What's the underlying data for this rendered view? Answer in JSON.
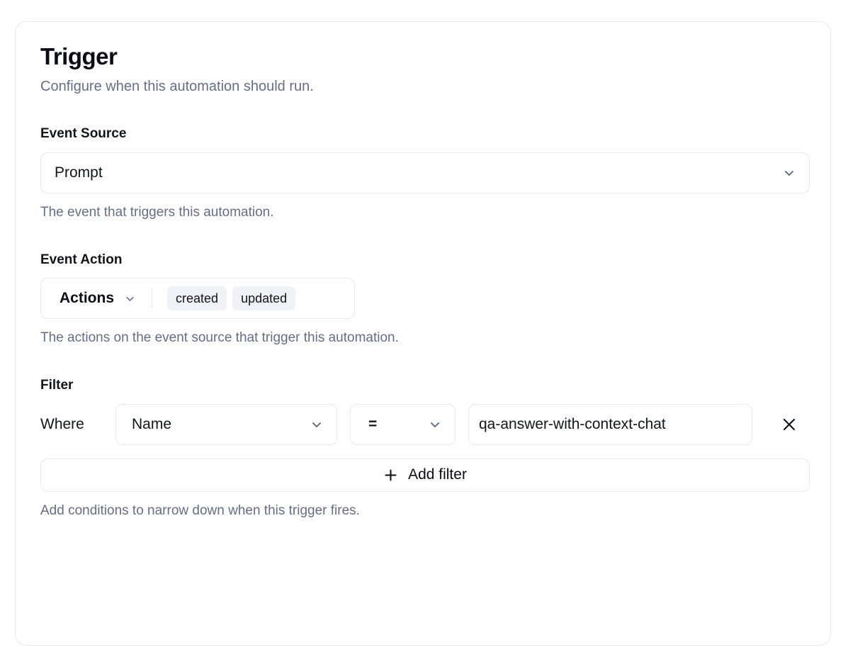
{
  "card": {
    "title": "Trigger",
    "subtitle": "Configure when this automation should run."
  },
  "event_source": {
    "label": "Event Source",
    "selected": "Prompt",
    "help": "The event that triggers this automation.",
    "chevron_icon": "chevron-down-icon"
  },
  "event_action": {
    "label": "Event Action",
    "trigger_label": "Actions",
    "chips": [
      "created",
      "updated"
    ],
    "help": "The actions on the event source that trigger this automation.",
    "chevron_icon": "chevron-down-icon"
  },
  "filter": {
    "label": "Filter",
    "where_label": "Where",
    "field_value": "Name",
    "operator_value": "=",
    "value_text": "qa-answer-with-context-chat",
    "value_placeholder": "",
    "remove_icon": "close-icon",
    "add_filter_label": "Add filter",
    "add_filter_icon": "plus-icon",
    "help": "Add conditions to narrow down when this trigger fires."
  },
  "colors": {
    "border": "#e7e9ef",
    "chip_bg": "#f0f2f8",
    "text_primary": "#13141c",
    "text_muted": "#656e84",
    "icon_muted": "#697287"
  }
}
